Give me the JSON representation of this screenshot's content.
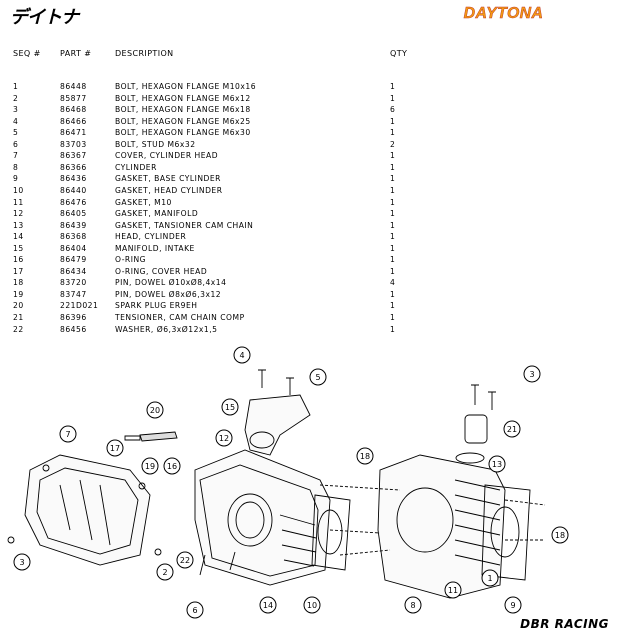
{
  "header": {
    "jp_logo": "デイトナ",
    "brand_logo": "DAYTONA",
    "col_seq": "SEQ #",
    "col_part": "PART #",
    "col_desc": "DESCRIPTION",
    "col_qty": "QTY"
  },
  "parts": [
    {
      "seq": "1",
      "part": "86448",
      "desc": "BOLT, HEXAGON FLANGE M10x16",
      "qty": "1"
    },
    {
      "seq": "2",
      "part": "85877",
      "desc": "BOLT, HEXAGON FLANGE M6x12",
      "qty": "1"
    },
    {
      "seq": "3",
      "part": "86468",
      "desc": "BOLT, HEXAGON FLANGE M6x18",
      "qty": "6"
    },
    {
      "seq": "4",
      "part": "86466",
      "desc": "BOLT, HEXAGON FLANGE M6x25",
      "qty": "1"
    },
    {
      "seq": "5",
      "part": "86471",
      "desc": "BOLT, HEXAGON FLANGE M6x30",
      "qty": "1"
    },
    {
      "seq": "6",
      "part": "83703",
      "desc": "BOLT, STUD M6x32",
      "qty": "2"
    },
    {
      "seq": "7",
      "part": "86367",
      "desc": "COVER, CYLINDER HEAD",
      "qty": "1"
    },
    {
      "seq": "8",
      "part": "86366",
      "desc": "CYLINDER",
      "qty": "1"
    },
    {
      "seq": "9",
      "part": "86436",
      "desc": "GASKET, BASE CYLINDER",
      "qty": "1"
    },
    {
      "seq": "10",
      "part": "86440",
      "desc": "GASKET, HEAD CYLINDER",
      "qty": "1"
    },
    {
      "seq": "11",
      "part": "86476",
      "desc": "GASKET, M10",
      "qty": "1"
    },
    {
      "seq": "12",
      "part": "86405",
      "desc": "GASKET, MANIFOLD",
      "qty": "1"
    },
    {
      "seq": "13",
      "part": "86439",
      "desc": "GASKET, TANSIONER CAM CHAIN",
      "qty": "1"
    },
    {
      "seq": "14",
      "part": "86368",
      "desc": "HEAD, CYLINDER",
      "qty": "1"
    },
    {
      "seq": "15",
      "part": "86404",
      "desc": "MANIFOLD, INTAKE",
      "qty": "1"
    },
    {
      "seq": "16",
      "part": "86479",
      "desc": "O-RING",
      "qty": "1"
    },
    {
      "seq": "17",
      "part": "86434",
      "desc": "O-RING, COVER HEAD",
      "qty": "1"
    },
    {
      "seq": "18",
      "part": "83720",
      "desc": "PIN, DOWEL Ø10xØ8,4x14",
      "qty": "4"
    },
    {
      "seq": "19",
      "part": "83747",
      "desc": "PIN, DOWEL Ø8xØ6,3x12",
      "qty": "1"
    },
    {
      "seq": "20",
      "part": "221D021",
      "desc": "SPARK PLUG ER9EH",
      "qty": "1"
    },
    {
      "seq": "21",
      "part": "86396",
      "desc": "TENSIONER, CAM CHAIN COMP",
      "qty": "1"
    },
    {
      "seq": "22",
      "part": "86456",
      "desc": "WASHER, Ø6,3xØ12x1,5",
      "qty": "1"
    }
  ],
  "callouts": [
    "1",
    "2",
    "3",
    "3",
    "4",
    "5",
    "6",
    "7",
    "8",
    "9",
    "10",
    "11",
    "12",
    "13",
    "14",
    "15",
    "16",
    "17",
    "18",
    "18",
    "19",
    "20",
    "21",
    "22"
  ],
  "footer": {
    "brand": "DBR RACING"
  }
}
